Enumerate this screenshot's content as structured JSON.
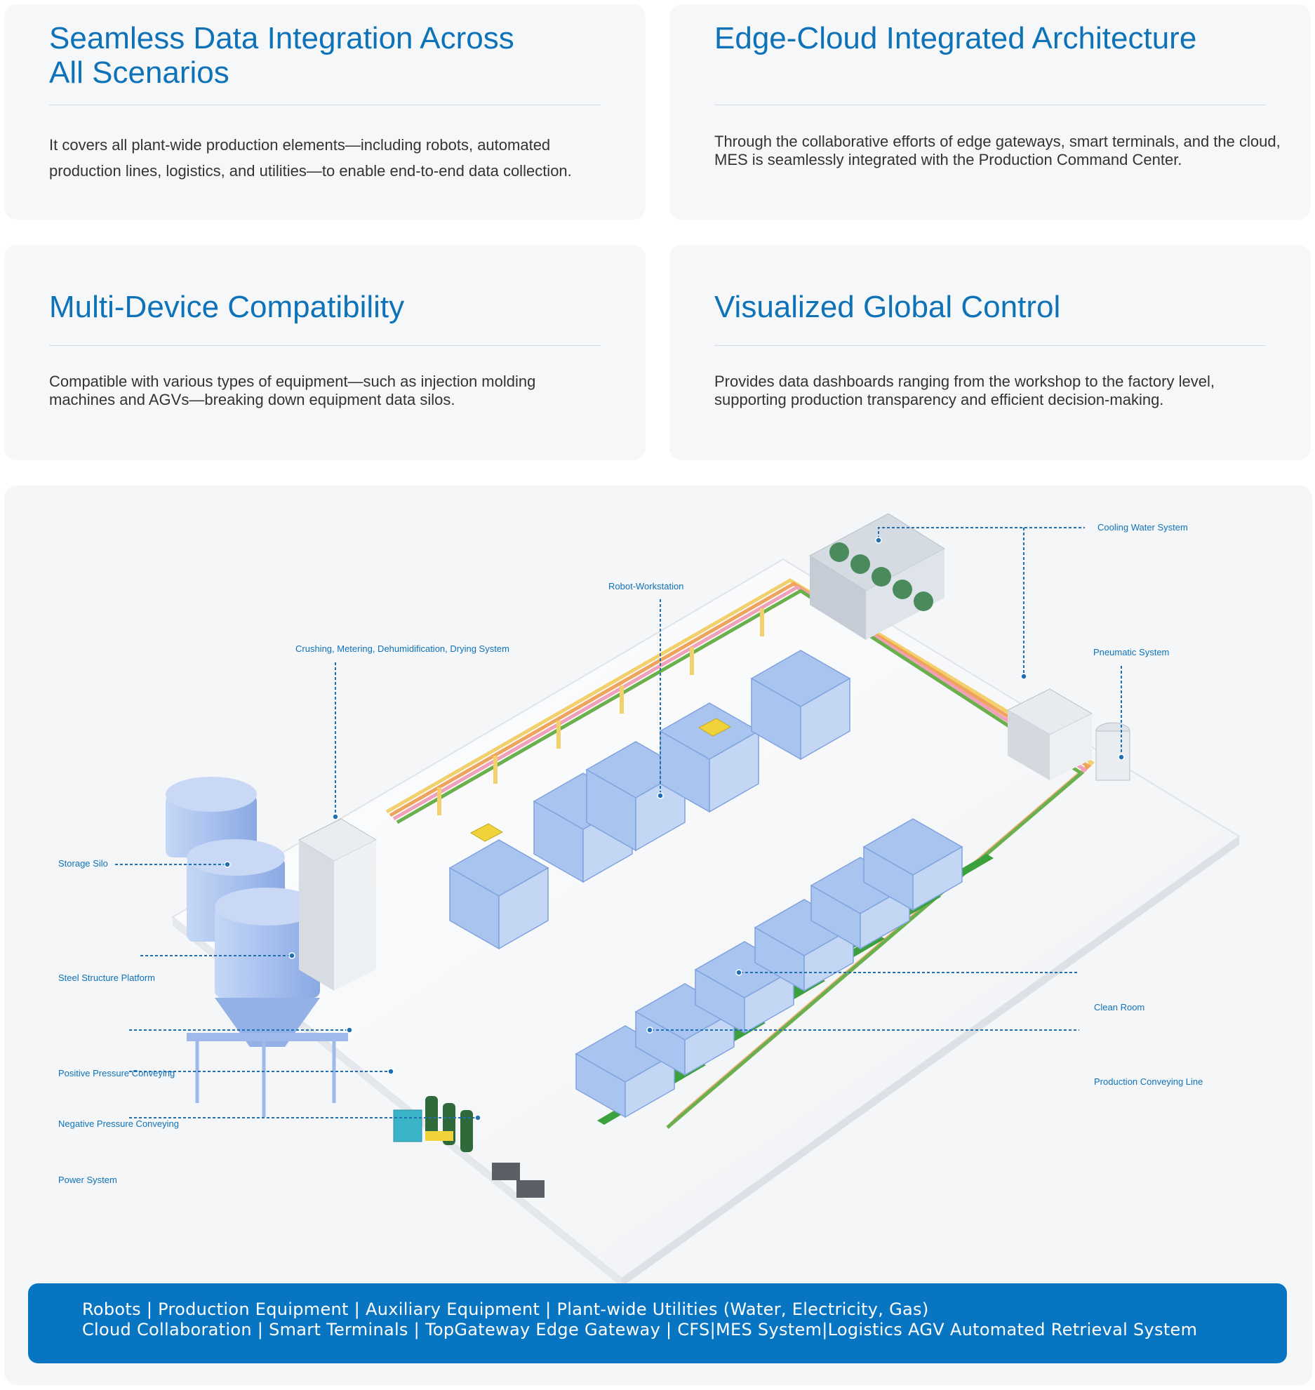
{
  "cards": [
    {
      "title": "Seamless Data Integration Across All Scenarios",
      "description": "It covers all plant-wide production elements—including robots, automated production lines, logistics, and utilities—to enable end-to-end data collection."
    },
    {
      "title": "Edge-Cloud Integrated Architecture",
      "description": "Through the collaborative efforts of edge gateways, smart terminals, and the cloud, MES is seamlessly integrated with the Production Command Center."
    },
    {
      "title": "Multi-Device Compatibility",
      "description": "Compatible with various types of equipment—such as injection molding machines and AGVs—breaking down equipment data silos."
    },
    {
      "title": "Visualized Global Control",
      "description": "Provides data dashboards ranging from the workshop to the factory level, supporting production transparency and efficient decision-making."
    }
  ],
  "diagram": {
    "labels": {
      "cooling_water": "Cooling Water System",
      "robot_workstation": "Robot-Workstation",
      "crushing": "Crushing, Metering, Dehumidification, Drying System",
      "pneumatic": "Pneumatic System",
      "storage_silo": "Storage Silo",
      "steel_platform": "Steel Structure Platform",
      "positive_pressure": "Positive Pressure Conveying",
      "negative_pressure": "Negative Pressure Conveying",
      "power_system": "Power System",
      "clean_room": "Clean Room",
      "production_line": "Production Conveying Line"
    },
    "colors": {
      "machine": "#a9c4ee",
      "machine_dark": "#7fa3df",
      "conveyor": "#3aa13c",
      "pipe_yellow": "#f2d06b",
      "pipe_orange": "#f0a35a",
      "pipe_pink": "#f0a0b8",
      "pipe_green": "#6ab04c",
      "callout": "#1f6fb5"
    }
  },
  "footer": {
    "line1": "Robots | Production Equipment | Auxiliary Equipment | Plant-wide Utilities (Water, Electricity, Gas)",
    "line2": "Cloud Collaboration | Smart Terminals | TopGateway Edge Gateway | CFS|MES System|Logistics AGV Automated Retrieval System"
  }
}
